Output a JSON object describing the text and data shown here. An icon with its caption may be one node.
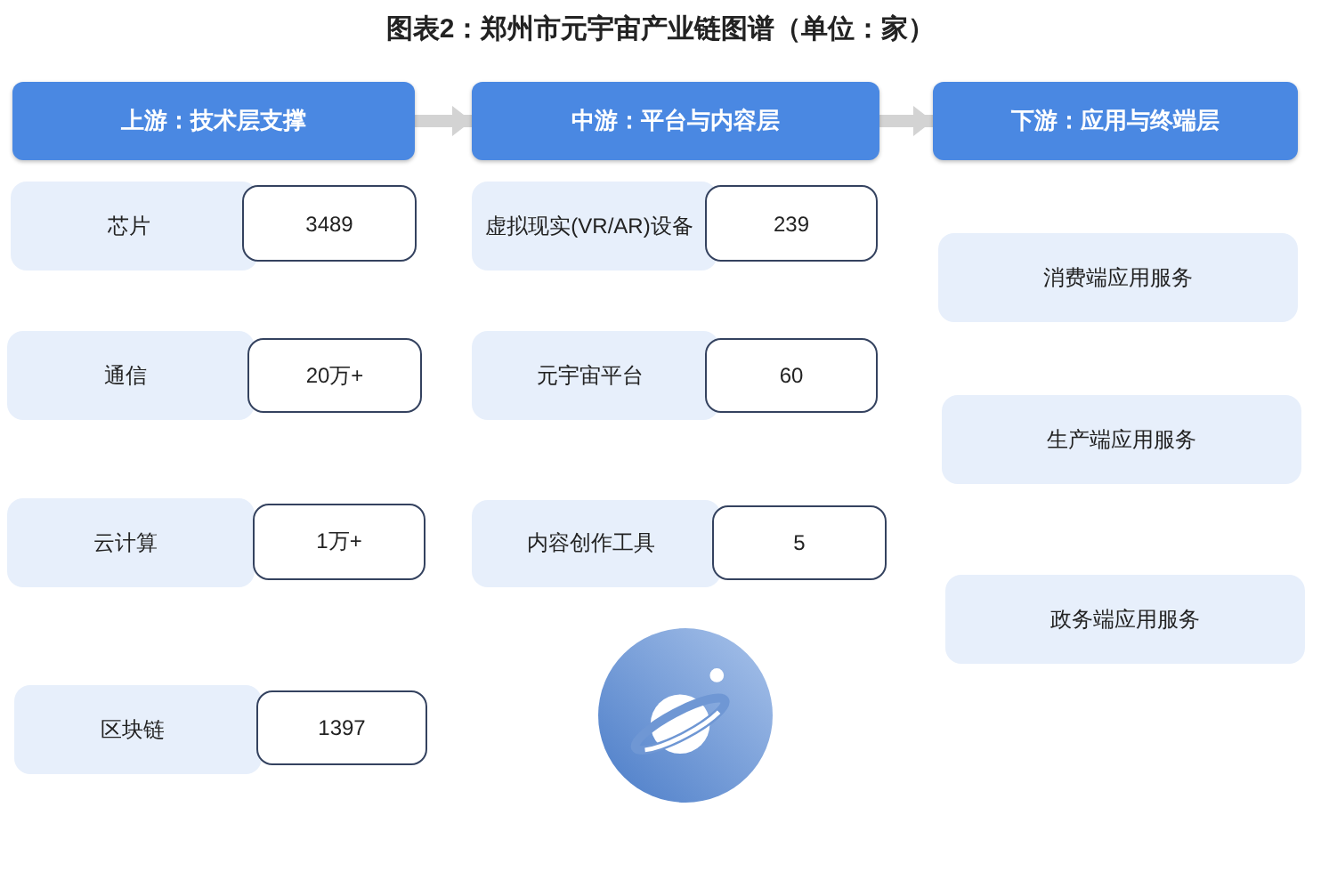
{
  "diagram": {
    "title": "图表2：郑州市元宇宙产业链图谱（单位：家）",
    "nodes": [
      {
        "text": [
          "上游：技术层支撑"
        ]
      },
      {
        "text": [
          "中游：平台与内容层"
        ]
      },
      {
        "text": [
          "下游：应用与终端层"
        ]
      },
      {
        "text": [
          "芯片"
        ]
      },
      {
        "text": [
          "3489"
        ]
      },
      {
        "text": [
          "通信"
        ]
      },
      {
        "text": [
          "20万+"
        ]
      },
      {
        "text": [
          "云计算"
        ]
      },
      {
        "text": [
          "1万+"
        ]
      },
      {
        "text": [
          "区块链"
        ]
      },
      {
        "text": [
          "1397"
        ]
      },
      {
        "text": [
          "虚拟现实(VR/AR)设备"
        ]
      },
      {
        "text": [
          "239"
        ]
      },
      {
        "text": [
          "元宇宙平台"
        ]
      },
      {
        "text": [
          "60"
        ]
      },
      {
        "text": [
          "内容创作工具"
        ]
      },
      {
        "text": [
          "5"
        ]
      },
      {
        "text": [
          "消费端应用服务"
        ]
      },
      {
        "text": [
          "生产端应用服务"
        ]
      },
      {
        "text": [
          "政务端应用服务"
        ]
      }
    ],
    "edges": [
      {
        "from": 0,
        "to": 1,
        "arrow": "to"
      },
      {
        "from": 1,
        "to": 2,
        "arrow": "to"
      }
    ]
  }
}
